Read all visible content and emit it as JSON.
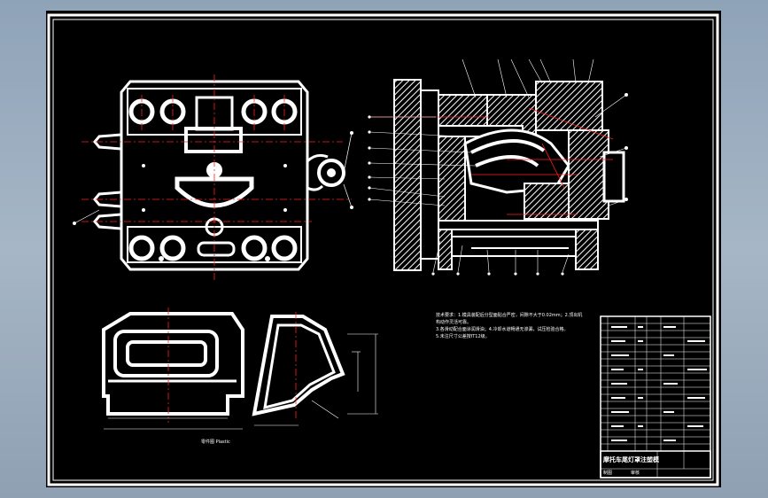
{
  "drawing": {
    "title_block": {
      "drawing_name": "摩托车尾灯罩注塑模",
      "sub_labels": [
        "制图",
        "审核"
      ]
    },
    "detail_label": "零件图 Plastic",
    "tech_notes": [
      "技术要求：1.模具装配后分型面贴合严密，间隙不大于0.02mm；2.顶出机构动作灵活可靠。",
      "3.各滑动配合面涂润滑油；4.冷却水道畅通无渗漏，试压检验合格。",
      "5.未注尺寸公差按IT12级。"
    ]
  },
  "colors": {
    "background": "#000000",
    "linework": "#ffffff",
    "centerline": "#ff2020",
    "sheet_border": "#ffffff"
  }
}
